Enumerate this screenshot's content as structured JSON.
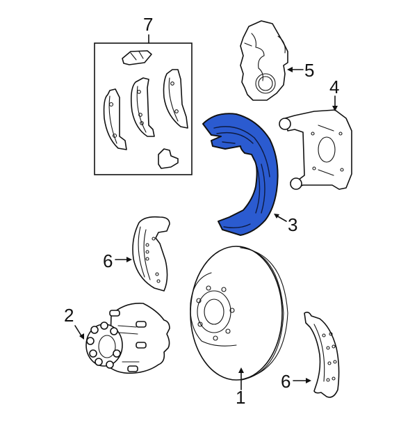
{
  "diagram": {
    "type": "exploded parts diagram",
    "subject": "Front disc brake assembly",
    "highlight_color": "#2b5bd0",
    "highlighted_part": "3",
    "callouts": [
      {
        "id": "1",
        "label": "1",
        "part": "brake-rotor"
      },
      {
        "id": "2",
        "label": "2",
        "part": "hub-with-studs"
      },
      {
        "id": "3",
        "label": "3",
        "part": "splash-shield"
      },
      {
        "id": "4",
        "label": "4",
        "part": "caliper-support-bracket"
      },
      {
        "id": "5",
        "label": "5",
        "part": "brake-caliper"
      },
      {
        "id": "6a",
        "label": "6",
        "part": "parking-brake-shoe-upper"
      },
      {
        "id": "6b",
        "label": "6",
        "part": "parking-brake-shoe-lower"
      },
      {
        "id": "7",
        "label": "7",
        "part": "brake-pad-kit"
      }
    ]
  }
}
